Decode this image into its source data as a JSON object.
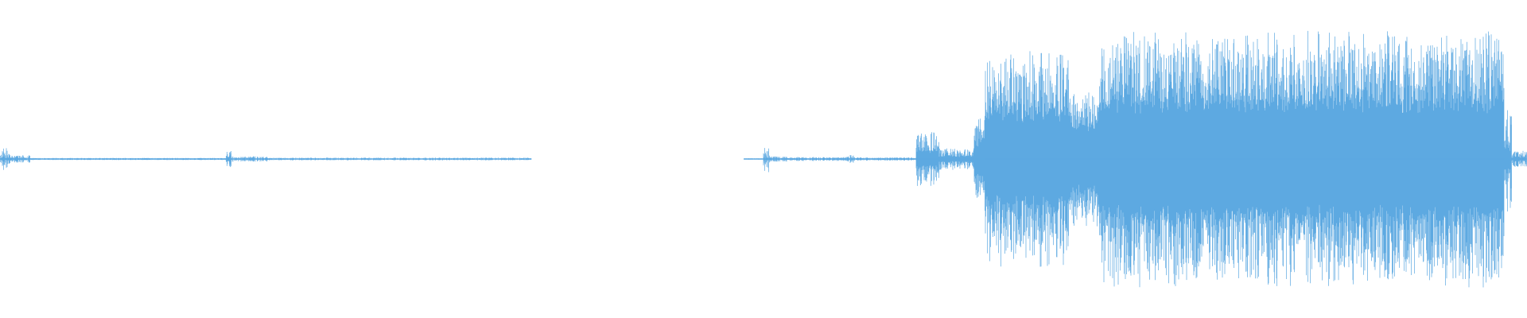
{
  "waveform": {
    "color": "#5DA9E1",
    "background": "#FFFFFF",
    "duration_fraction_shown": 1.0,
    "segments": [
      {
        "start": 0.0,
        "end": 0.006,
        "peak": 0.09,
        "floor": 0.005
      },
      {
        "start": 0.006,
        "end": 0.02,
        "peak": 0.03,
        "floor": 0.005
      },
      {
        "start": 0.02,
        "end": 0.148,
        "peak": 0.008,
        "floor": 0.004
      },
      {
        "start": 0.148,
        "end": 0.152,
        "peak": 0.06,
        "floor": 0.005
      },
      {
        "start": 0.152,
        "end": 0.175,
        "peak": 0.02,
        "floor": 0.004
      },
      {
        "start": 0.175,
        "end": 0.348,
        "peak": 0.01,
        "floor": 0.003
      },
      {
        "start": 0.348,
        "end": 0.487,
        "peak": 0.0,
        "floor": 0.0
      },
      {
        "start": 0.487,
        "end": 0.5,
        "peak": 0.006,
        "floor": 0.003
      },
      {
        "start": 0.5,
        "end": 0.504,
        "peak": 0.1,
        "floor": 0.005
      },
      {
        "start": 0.504,
        "end": 0.52,
        "peak": 0.02,
        "floor": 0.004
      },
      {
        "start": 0.52,
        "end": 0.555,
        "peak": 0.015,
        "floor": 0.004
      },
      {
        "start": 0.555,
        "end": 0.56,
        "peak": 0.03,
        "floor": 0.004
      },
      {
        "start": 0.56,
        "end": 0.6,
        "peak": 0.012,
        "floor": 0.004
      },
      {
        "start": 0.6,
        "end": 0.615,
        "peak": 0.2,
        "floor": 0.06
      },
      {
        "start": 0.615,
        "end": 0.638,
        "peak": 0.08,
        "floor": 0.02
      },
      {
        "start": 0.638,
        "end": 0.645,
        "peak": 0.3,
        "floor": 0.1
      },
      {
        "start": 0.645,
        "end": 0.7,
        "peak": 0.8,
        "floor": 0.35
      },
      {
        "start": 0.7,
        "end": 0.72,
        "peak": 0.5,
        "floor": 0.25
      },
      {
        "start": 0.72,
        "end": 0.985,
        "peak": 0.95,
        "floor": 0.45
      },
      {
        "start": 0.985,
        "end": 0.99,
        "peak": 0.4,
        "floor": 0.08
      },
      {
        "start": 0.99,
        "end": 1.0,
        "peak": 0.06,
        "floor": 0.01
      }
    ]
  }
}
